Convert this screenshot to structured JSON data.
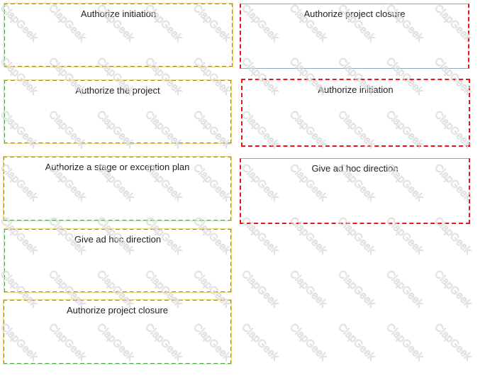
{
  "watermark": "ClapGeek",
  "left_boxes": [
    {
      "label": "Authorize initiation"
    },
    {
      "label": "Authorize the project"
    },
    {
      "label": "Authorize a stage or exception plan"
    },
    {
      "label": "Give ad hoc direction"
    },
    {
      "label": "Authorize project closure"
    }
  ],
  "right_boxes": [
    {
      "label": "Authorize project closure"
    },
    {
      "label": "Authorize initiation"
    },
    {
      "label": "Give ad hoc direction"
    }
  ],
  "colors": {
    "source_border": "#4caf45",
    "target_border": "#e8141a"
  }
}
